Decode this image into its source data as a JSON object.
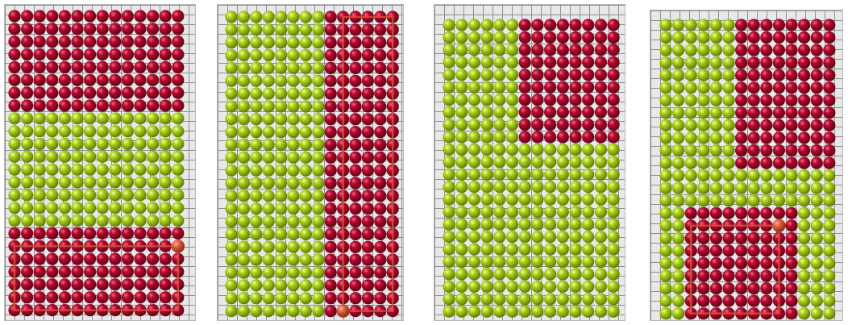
{
  "colors": {
    "red": "#b5082f",
    "green": "#a9d11a",
    "highlight": "#dd5a3c",
    "grid_line": "#8e8e8e",
    "background": "#e8e8e8"
  },
  "panels": [
    {
      "name": "panel-1",
      "cols": 14,
      "rows": 24,
      "red_regions": [
        {
          "c0": 0,
          "c1": 13,
          "r0": 0,
          "r1": 7
        },
        {
          "c0": 0,
          "c1": 13,
          "r0": 17,
          "r1": 23
        }
      ],
      "highlight_ball": {
        "col": 13,
        "row": 18
      },
      "outline_region": {
        "c0": 0,
        "c1": 13,
        "r0": 18,
        "r1": 23
      }
    },
    {
      "name": "panel-2",
      "cols": 14,
      "rows": 24,
      "red_regions": [
        {
          "c0": 8,
          "c1": 13,
          "r0": 0,
          "r1": 23
        }
      ],
      "highlight_ball": {
        "col": 9,
        "row": 23
      },
      "outline_region": {
        "c0": 9,
        "c1": 13,
        "r0": 0,
        "r1": 23
      }
    },
    {
      "name": "panel-3",
      "cols": 14,
      "rows": 24,
      "red_regions": [
        {
          "c0": 6,
          "c1": 13,
          "r0": 0,
          "r1": 9
        }
      ],
      "highlight_ball": null,
      "outline_region": null
    },
    {
      "name": "panel-4",
      "cols": 14,
      "rows": 24,
      "red_regions": [
        {
          "c0": 6,
          "c1": 13,
          "r0": 0,
          "r1": 11
        },
        {
          "c0": 2,
          "c1": 10,
          "r0": 15,
          "r1": 23
        }
      ],
      "highlight_ball": {
        "col": 9,
        "row": 16
      },
      "outline_region": {
        "c0": 2,
        "c1": 9,
        "r0": 16,
        "r1": 23
      }
    }
  ]
}
